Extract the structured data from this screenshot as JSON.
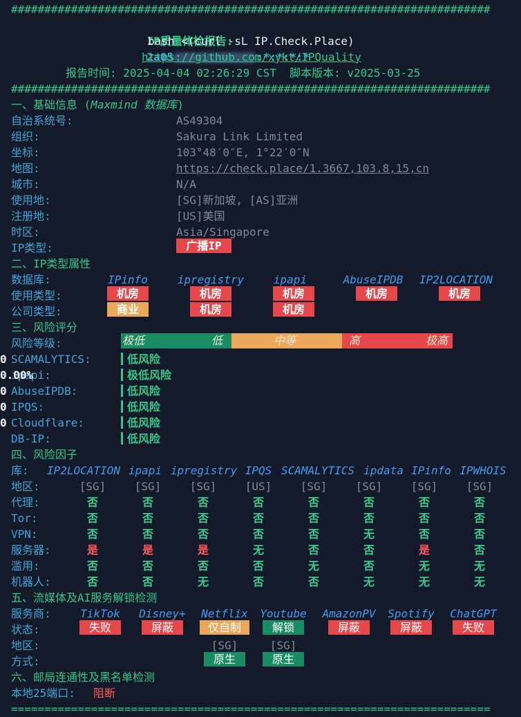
{
  "header": {
    "hash_line": "########################################################################",
    "eq_line": "========================================================================",
    "title_label": "IP质量体检报告:",
    "title_ip": "2a05",
    "title_mask": ":*:*:*:*",
    "cmd": "bash <(curl -sL IP.Check.Place)",
    "repo": "https://github.com/xykt/IPQuality",
    "report_time_label": "报告时间:",
    "report_time": "2025-04-04 02:26:29 CST",
    "version_label": "脚本版本:",
    "version": "v2025-03-25"
  },
  "s1": {
    "title": "一、基础信息 (",
    "title_db": "Maxmind 数据库",
    "title_end": ")",
    "rows": [
      {
        "label": "自治系统号:",
        "value": "AS49304"
      },
      {
        "label": "组织:",
        "value": "Sakura Link Limited"
      },
      {
        "label": "坐标:",
        "value": "103°48′0″E, 1°22′0″N"
      },
      {
        "label": "地图:",
        "value": "https://check.place/1.3667,103.8,15,cn"
      },
      {
        "label": "城市:",
        "value": "N/A"
      },
      {
        "label": "使用地:",
        "value": "[SG]新加坡, [AS]亚洲"
      },
      {
        "label": "注册地:",
        "value": "[US]美国"
      },
      {
        "label": "时区:",
        "value": "Asia/Singapore"
      }
    ],
    "iptype_label": "IP类型:",
    "iptype_value": "广播IP"
  },
  "s2": {
    "title": "二、IP类型属性",
    "db_label": "数据库:",
    "dbs": [
      "IPinfo",
      "ipregistry",
      "ipapi",
      "AbuseIPDB",
      "IP2LOCATION"
    ],
    "usage_label": "使用类型:",
    "usage": [
      "机房",
      "机房",
      "机房",
      "机房",
      "机房"
    ],
    "company_label": "公司类型:",
    "company": [
      "商业",
      "机房",
      "机房"
    ]
  },
  "s3": {
    "title": "三、风险评分",
    "level_label": "风险等级:",
    "levels": [
      "极低",
      "低",
      "中等",
      "高",
      "极高"
    ],
    "scores": [
      {
        "name": "SCAMALYTICS:",
        "score": "0",
        "risk": "低风险"
      },
      {
        "name": "ipapi:",
        "score": "0.00%",
        "risk": "极低风险"
      },
      {
        "name": "AbuseIPDB:",
        "score": "0",
        "risk": "低风险"
      },
      {
        "name": "IPQS:",
        "score": "0",
        "risk": "低风险"
      },
      {
        "name": "Cloudflare:",
        "score": "0",
        "risk": "低风险"
      },
      {
        "name": "DB-IP:",
        "score": "",
        "risk": "低风险"
      }
    ]
  },
  "s4": {
    "title": "四、风险因子",
    "lib_label": "库:",
    "libs": [
      "IP2LOCATION",
      "ipapi",
      "ipregistry",
      "IPQS",
      "SCAMALYTICS",
      "ipdata",
      "IPinfo",
      "IPWHOIS"
    ],
    "rows": [
      {
        "label": "地区:",
        "values": [
          "[SG]",
          "[SG]",
          "[SG]",
          "[US]",
          "[SG]",
          "[SG]",
          "[SG]",
          "[SG]"
        ]
      },
      {
        "label": "代理:",
        "values": [
          "否",
          "否",
          "否",
          "否",
          "否",
          "否",
          "否",
          "否"
        ]
      },
      {
        "label": "Tor:",
        "values": [
          "否",
          "否",
          "否",
          "否",
          "否",
          "否",
          "否",
          "否"
        ]
      },
      {
        "label": "VPN:",
        "values": [
          "否",
          "否",
          "否",
          "否",
          "否",
          "无",
          "否",
          "否"
        ]
      },
      {
        "label": "服务器:",
        "values": [
          "是",
          "是",
          "是",
          "无",
          "否",
          "否",
          "是",
          "否"
        ]
      },
      {
        "label": "滥用:",
        "values": [
          "否",
          "否",
          "否",
          "否",
          "无",
          "否",
          "无",
          "无"
        ]
      },
      {
        "label": "机器人:",
        "values": [
          "否",
          "否",
          "无",
          "否",
          "否",
          "无",
          "无",
          "无"
        ]
      }
    ]
  },
  "s5": {
    "title": "五、流媒体及AI服务解锁检测",
    "svc_label": "服务商:",
    "services": [
      "TikTok",
      "Disney+",
      "Netflix",
      "Youtube",
      "AmazonPV",
      "Spotify",
      "ChatGPT"
    ],
    "status_label": "状态:",
    "status": [
      "失败",
      "屏蔽",
      "仅自制",
      "解锁",
      "屏蔽",
      "屏蔽",
      "失败"
    ],
    "region_label": "地区:",
    "regions": [
      "",
      "",
      "[SG]",
      "[SG]",
      "",
      "",
      ""
    ],
    "method_label": "方式:",
    "methods": [
      "",
      "",
      "原生",
      "原生",
      "",
      "",
      ""
    ]
  },
  "s6": {
    "title": "六、邮局连通性及黑名单检测",
    "port_label": "本地25端口:",
    "port_value": "阻断"
  },
  "colors": {
    "background": "#151a2b",
    "green": "#2fc98a",
    "cyan": "#3ea6d8",
    "badge_red": "#e5474b",
    "badge_orange": "#e9a85a",
    "badge_green": "#1a8c63"
  }
}
